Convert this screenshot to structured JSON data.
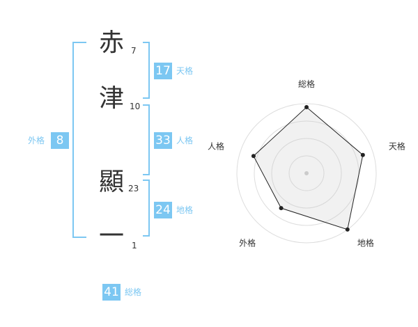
{
  "name": {
    "characters": [
      {
        "char": "赤",
        "strokes": "7"
      },
      {
        "char": "津",
        "strokes": "10"
      },
      {
        "char": "顯",
        "strokes": "23"
      },
      {
        "char": "一",
        "strokes": "1"
      }
    ]
  },
  "scores": {
    "tenkaku": {
      "value": "17",
      "label": "天格"
    },
    "jinkaku": {
      "value": "33",
      "label": "人格"
    },
    "chikaku": {
      "value": "24",
      "label": "地格"
    },
    "gaikaku": {
      "value": "8",
      "label": "外格"
    },
    "soukaku": {
      "value": "41",
      "label": "総格"
    }
  },
  "colors": {
    "accent": "#7cc7f2",
    "text": "#333333",
    "radar_fill": "#f0f0f0",
    "radar_line": "#222222"
  },
  "chart_data": {
    "type": "radar",
    "axes": [
      "総格",
      "天格",
      "地格",
      "外格",
      "人格"
    ],
    "values": [
      0.95,
      0.85,
      1.0,
      0.62,
      0.8
    ],
    "max": 1.0,
    "rings": 4
  }
}
